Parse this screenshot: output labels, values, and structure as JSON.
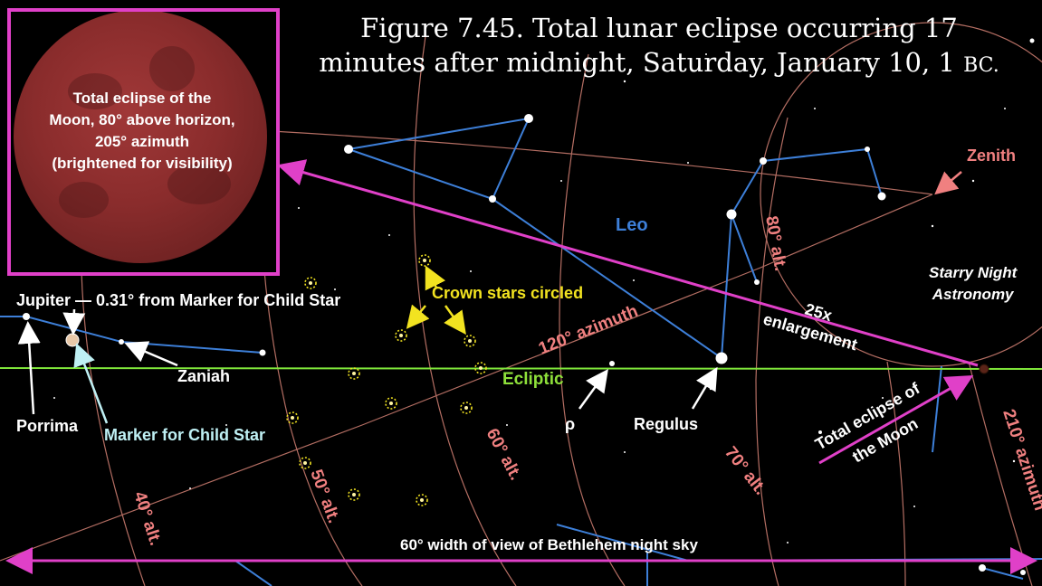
{
  "title": {
    "line1": "Figure 7.45.  Total lunar eclipse occurring 17",
    "line2": "minutes after midnight, Saturday, January 10, 1 ",
    "era": "BC."
  },
  "inset": {
    "lines": [
      "Total eclipse of the",
      "Moon, 80° above horizon,",
      "205° azimuth",
      "(brightened for visibility)"
    ]
  },
  "labels": {
    "zenith": "Zenith",
    "leo": "Leo",
    "software_line1": "Starry Night",
    "software_line2": "Astronomy",
    "enlargement_line1": "25x",
    "enlargement_line2": "enlargement",
    "jupiter": "Jupiter — 0.31° from Marker for Child Star",
    "crown_stars": "Crown stars circled",
    "zaniah": "Zaniah",
    "porrima": "Porrima",
    "marker": "Marker for Child Star",
    "ecliptic": "Ecliptic",
    "rho": "ρ",
    "regulus": "Regulus",
    "eclipse_line1": "Total eclipse of",
    "eclipse_line2": "the Moon",
    "width_of_view": "60° width of view of Bethlehem night sky"
  },
  "grid_labels": {
    "alt80": "80° alt.",
    "alt70": "70° alt.",
    "alt60": "60° alt.",
    "alt50": "50° alt.",
    "alt40": "40° alt.",
    "az120": "120° azimuth",
    "az210": "210° azimuth"
  },
  "colors": {
    "background": "#000000",
    "grid": "#c87a6e",
    "constellation": "#3d7fd8",
    "ecliptic": "#7fe63a",
    "arrow_magenta": "#e040c8",
    "crown": "#f2e320",
    "inset_border": "#e040c8"
  }
}
